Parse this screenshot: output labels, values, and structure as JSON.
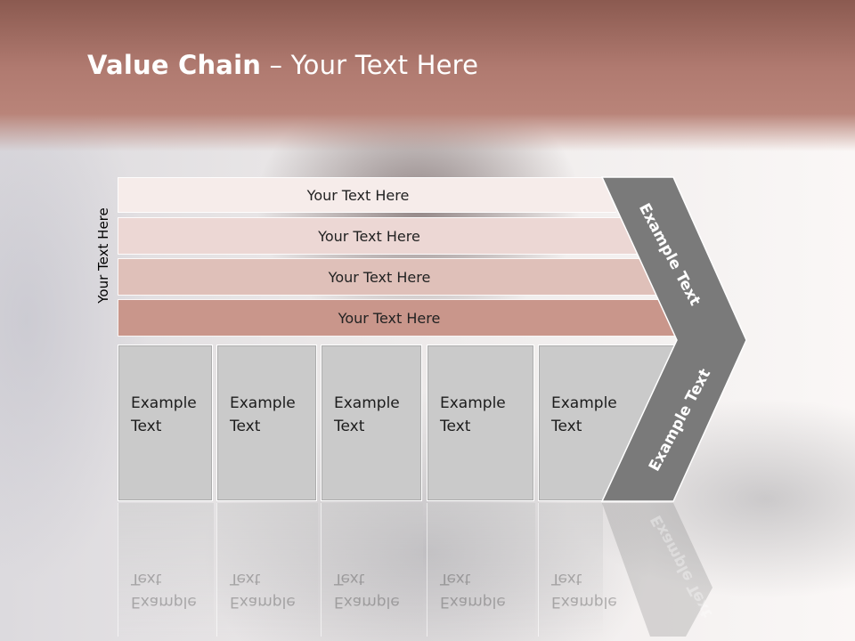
{
  "slide": {
    "title_bold": "Value Chain",
    "title_rest": " – Your Text Here",
    "vertical_label": "Your Text Here"
  },
  "bars": [
    {
      "label": "Your Text Here"
    },
    {
      "label": "Your Text Here"
    },
    {
      "label": "Your Text Here"
    },
    {
      "label": "Your Text Here"
    }
  ],
  "boxes": [
    {
      "label": "Example\nText"
    },
    {
      "label": "Example\nText"
    },
    {
      "label": "Example\nText"
    },
    {
      "label": "Example\nText"
    },
    {
      "label": "Example\nText"
    }
  ],
  "chevron": {
    "upper_label": "Example Text",
    "lower_label": "Example Text",
    "color": "#7a7a7a"
  }
}
